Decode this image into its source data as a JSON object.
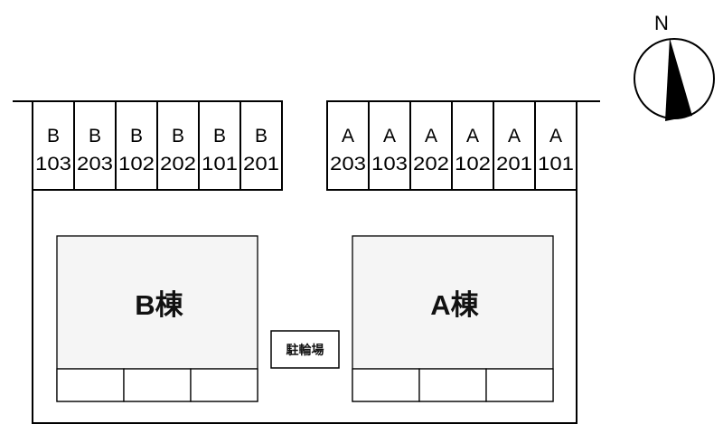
{
  "compass": {
    "label": "N"
  },
  "parking_b": [
    {
      "letter": "B",
      "number": "103"
    },
    {
      "letter": "B",
      "number": "203"
    },
    {
      "letter": "B",
      "number": "102"
    },
    {
      "letter": "B",
      "number": "202"
    },
    {
      "letter": "B",
      "number": "101"
    },
    {
      "letter": "B",
      "number": "201"
    }
  ],
  "parking_a": [
    {
      "letter": "A",
      "number": "203"
    },
    {
      "letter": "A",
      "number": "103"
    },
    {
      "letter": "A",
      "number": "202"
    },
    {
      "letter": "A",
      "number": "102"
    },
    {
      "letter": "A",
      "number": "201"
    },
    {
      "letter": "A",
      "number": "101"
    }
  ],
  "buildings": {
    "b_label": "B棟",
    "a_label": "A棟"
  },
  "bike_parking": {
    "label": "駐輪場"
  }
}
